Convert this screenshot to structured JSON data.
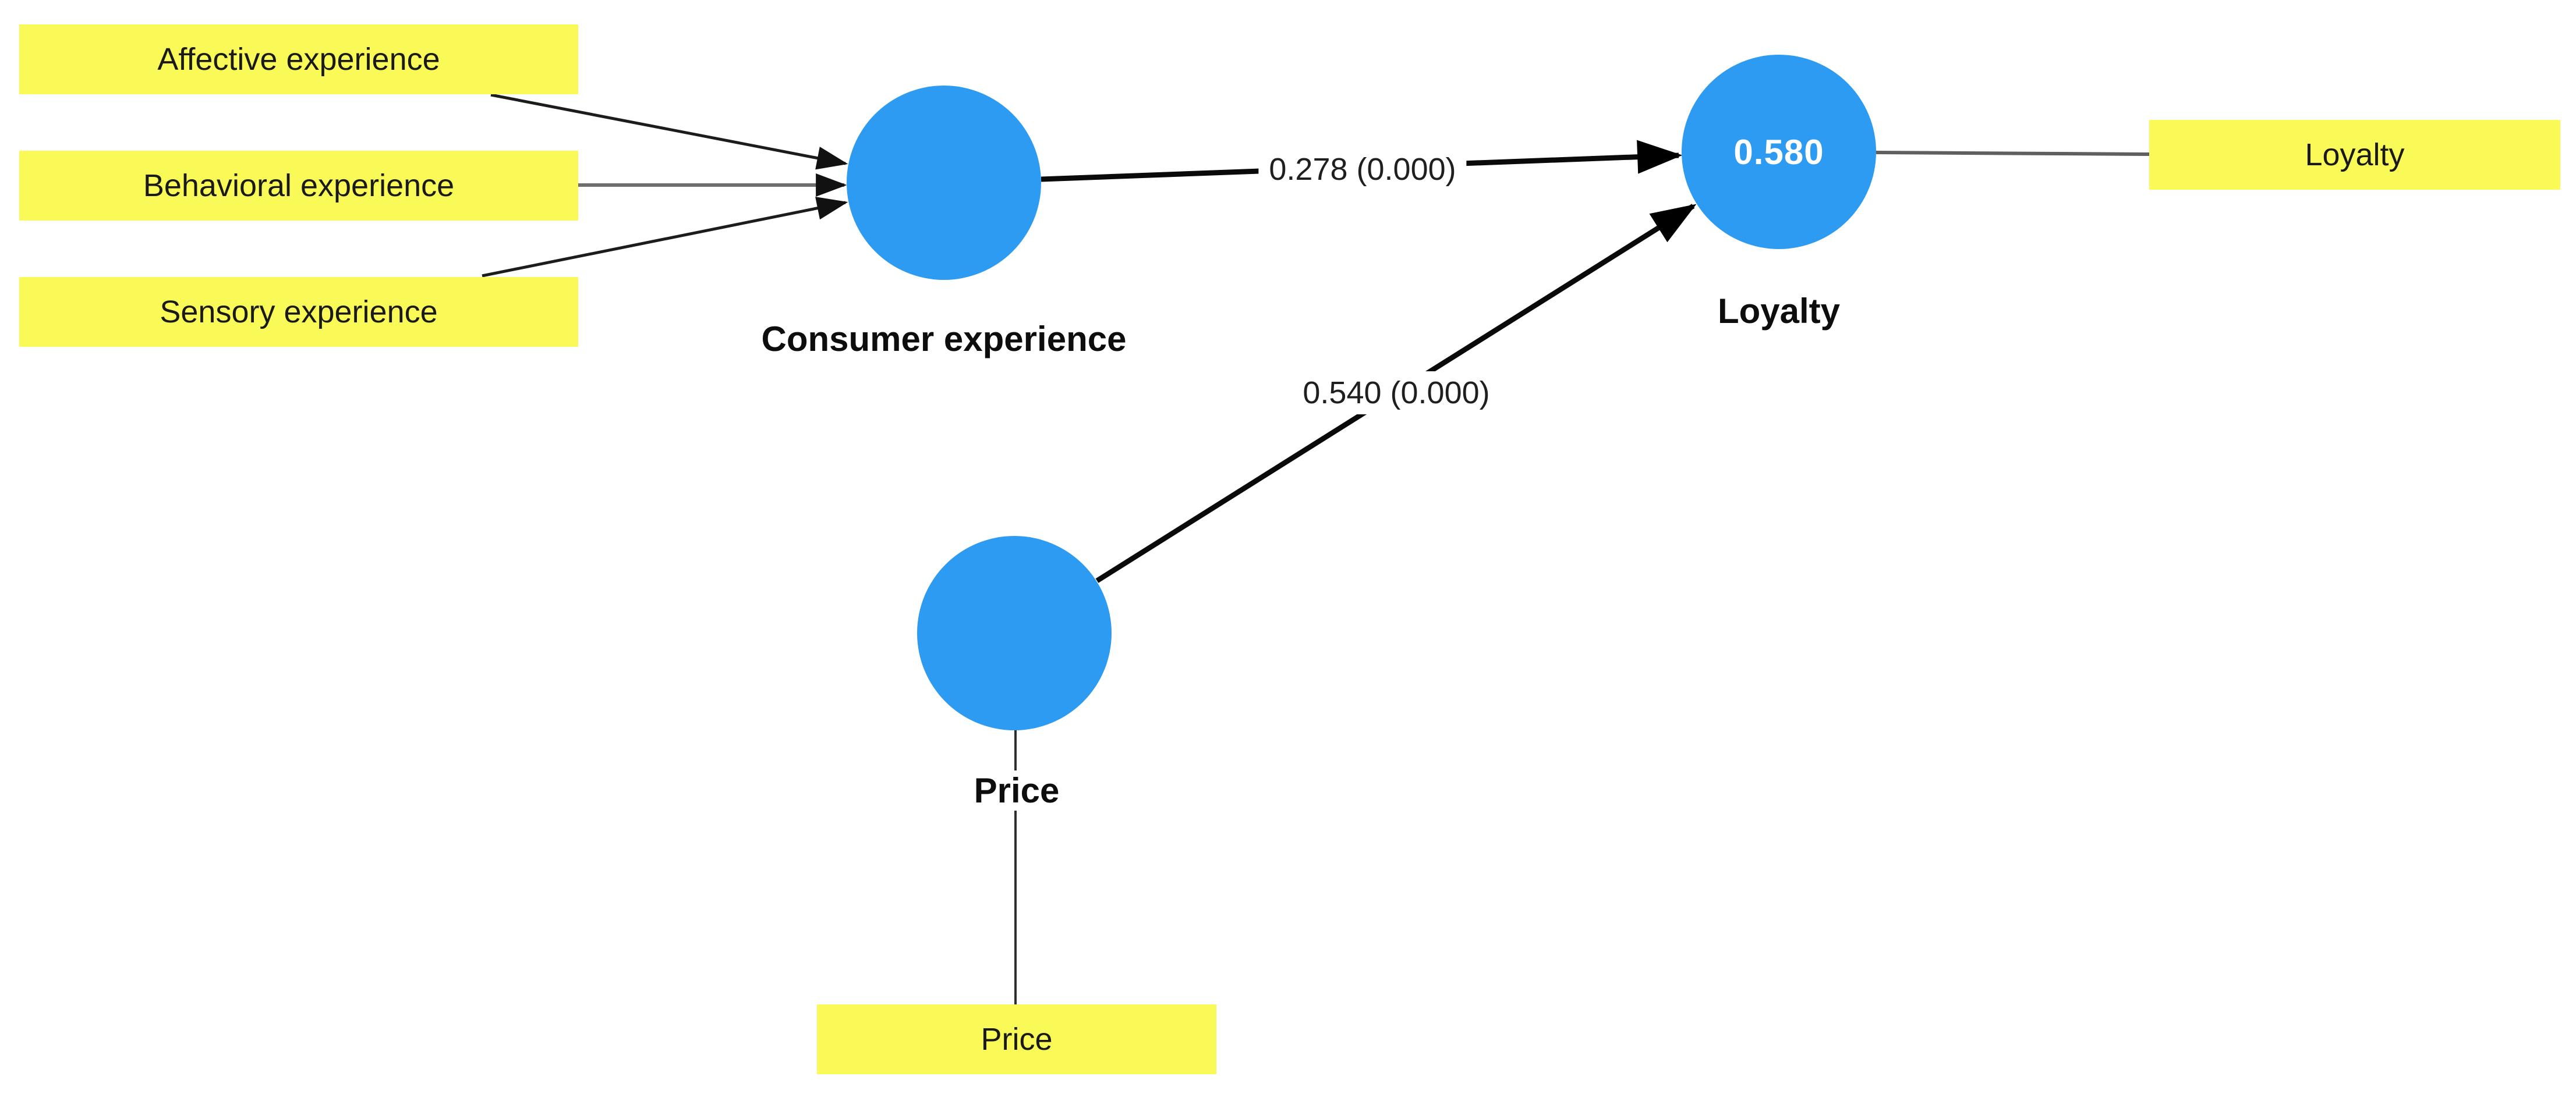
{
  "diagram": {
    "kind": "pls-sem-path-model",
    "colors": {
      "latent_fill": "#2e9bf2",
      "indicator_fill": "#f9f957",
      "structural_edge": "#0a0a0a",
      "indicator_edge": "#5f5f5f",
      "r2_text": "#ffffff",
      "label_text": "#0d0d0d",
      "background": "#ffffff"
    },
    "indicators": [
      {
        "label": "Affective experience",
        "attached_to": "Consumer experience"
      },
      {
        "label": "Behavioral experience",
        "attached_to": "Consumer experience"
      },
      {
        "label": "Sensory experience",
        "attached_to": "Consumer experience"
      },
      {
        "label": "Loyalty",
        "attached_to": "Loyalty"
      },
      {
        "label": "Price",
        "attached_to": "Price"
      }
    ],
    "latents": [
      {
        "label": "Consumer experience",
        "r2": ""
      },
      {
        "label": "Loyalty",
        "r2": "0.580"
      },
      {
        "label": "Price",
        "r2": ""
      }
    ],
    "paths": [
      {
        "from": "Consumer experience",
        "to": "Loyalty",
        "label": "0.278 (0.000)"
      },
      {
        "from": "Price",
        "to": "Loyalty",
        "label": "0.540 (0.000)"
      }
    ]
  }
}
